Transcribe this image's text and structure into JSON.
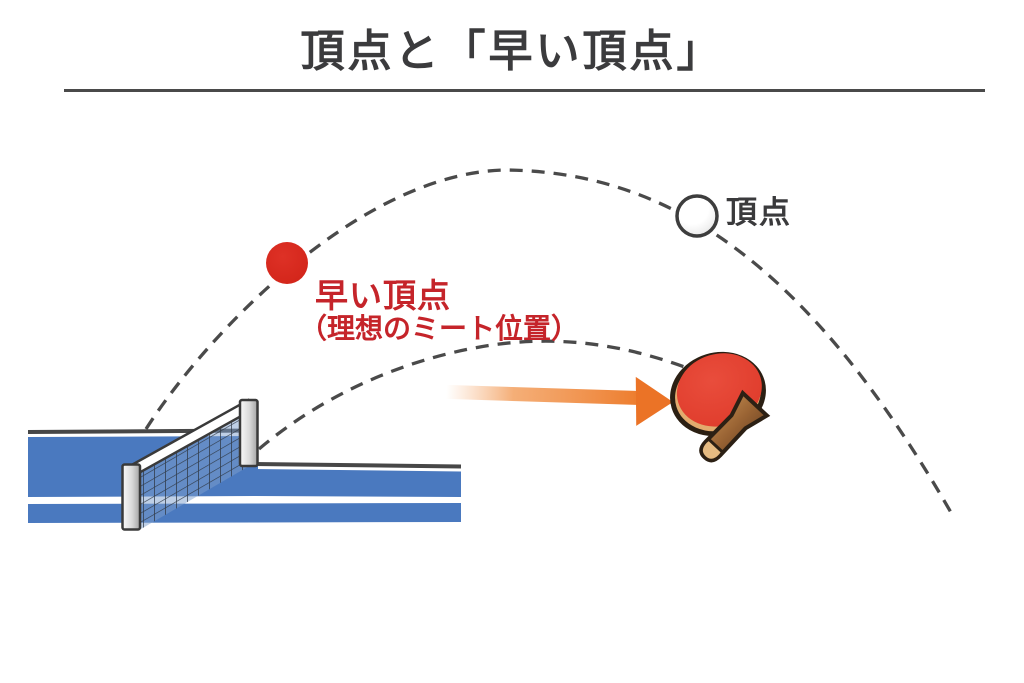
{
  "title": "頂点と「早い頂点」",
  "labels": {
    "apex": "頂点",
    "early_apex": "早い頂点",
    "early_apex_note": "（理想のミート位置）"
  },
  "colors": {
    "heading_text": "#3b3b3d",
    "divider": "#4a4a4a",
    "trajectory_dash": "#4a4a4a",
    "red_label_text": "#c5242a",
    "red_ball": "#d7281e",
    "white_ball_outline": "#3d3d3d",
    "table_blue": "#4a79bf",
    "net_mesh_line": "#2e3743",
    "arrow_orange": "#ed7d2e",
    "paddle_rubber_red": "#e23e2f",
    "paddle_wood_brown": "#9a6434",
    "background": "#ffffff"
  }
}
